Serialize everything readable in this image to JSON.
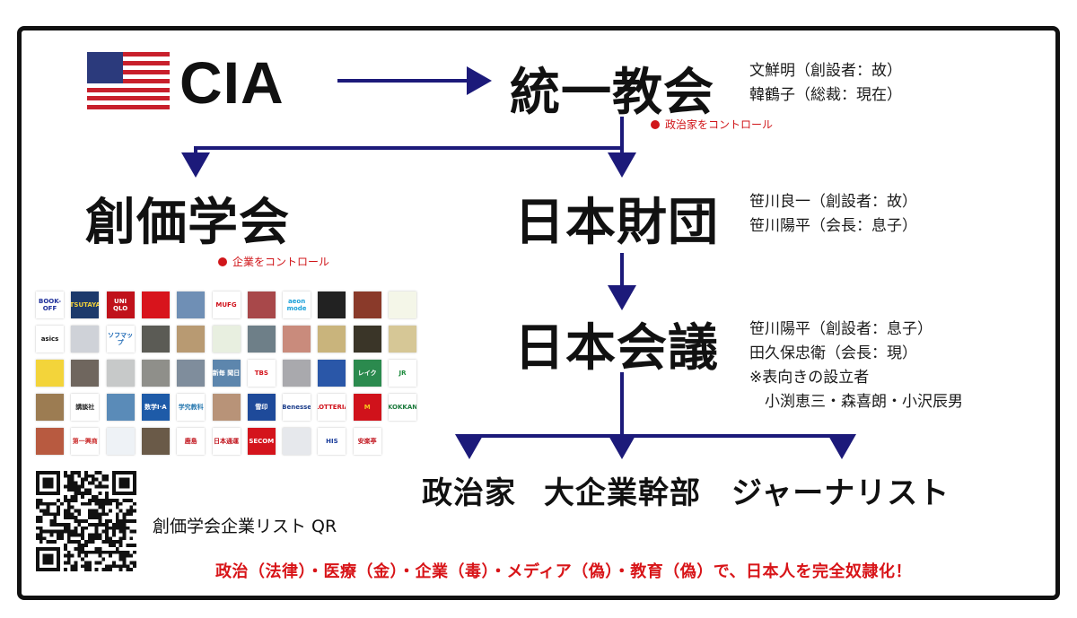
{
  "nodes": {
    "cia": "CIA",
    "unification_church": "統一教会",
    "soka_gakkai": "創価学会",
    "nippon_foundation": "日本財団",
    "nippon_kaigi": "日本会議"
  },
  "notes": {
    "unification_church": [
      "文鮮明（創設者：故）",
      "韓鶴子（総裁：現在）"
    ],
    "unification_church_control": "政治家をコントロール",
    "nippon_foundation": [
      "笹川良一（創設者：故）",
      "笹川陽平（会長：息子）"
    ],
    "soka_gakkai_control": "企業をコントロール",
    "nippon_kaigi": [
      "笹川陽平（創設者：息子）",
      "田久保忠衛（会長：現）",
      "※表向きの設立者",
      "　小渕恵三・森喜朗・小沢辰男"
    ]
  },
  "targets": [
    "政治家",
    "大企業幹部",
    "ジャーナリスト"
  ],
  "qr_caption": "創価学会企業リスト QR",
  "slogan": "政治（法律）・医療（金）・企業（毒）・メディア（偽）・教育（偽）で、日本人を完全奴隷化！",
  "colors": {
    "arrow": "#1c1a7a",
    "red": "#d0161a",
    "border": "#111111"
  },
  "logos": [
    {
      "label": "BOOK-OFF",
      "bg": "#ffffff",
      "fg": "#1d2e9a"
    },
    {
      "label": "TSUTAYA",
      "bg": "#1d3a6b",
      "fg": "#f2d23a"
    },
    {
      "label": "UNI QLO",
      "bg": "#c0121b",
      "fg": "#ffffff"
    },
    {
      "label": "",
      "bg": "#d8141c",
      "fg": "#000"
    },
    {
      "label": "",
      "bg": "#6f8fb5",
      "fg": "#fff"
    },
    {
      "label": "MUFG",
      "bg": "#ffffff",
      "fg": "#d0121b"
    },
    {
      "label": "",
      "bg": "#a8484a",
      "fg": "#fff"
    },
    {
      "label": "aeon mode",
      "bg": "#ffffff",
      "fg": "#1aa0d8"
    },
    {
      "label": "",
      "bg": "#222222",
      "fg": "#fff"
    },
    {
      "label": "",
      "bg": "#8a3a2a",
      "fg": "#fff"
    },
    {
      "label": "",
      "bg": "#f4f6e8",
      "fg": "#5c9b2a"
    },
    {
      "label": "asics",
      "bg": "#ffffff",
      "fg": "#111"
    },
    {
      "label": "",
      "bg": "#cfd2d8",
      "fg": "#333"
    },
    {
      "label": "ソフマップ",
      "bg": "#ffffff",
      "fg": "#1b67b4"
    },
    {
      "label": "",
      "bg": "#5b5b55",
      "fg": "#fff"
    },
    {
      "label": "",
      "bg": "#b89a72",
      "fg": "#333"
    },
    {
      "label": "",
      "bg": "#e8efe0",
      "fg": "#333"
    },
    {
      "label": "",
      "bg": "#6e7f88",
      "fg": "#fff"
    },
    {
      "label": "",
      "bg": "#c98b7c",
      "fg": "#fff"
    },
    {
      "label": "",
      "bg": "#c9b47c",
      "fg": "#333"
    },
    {
      "label": "",
      "bg": "#3a3528",
      "fg": "#e0b840"
    },
    {
      "label": "",
      "bg": "#d6c796",
      "fg": "#333"
    },
    {
      "label": "",
      "bg": "#f3d43a",
      "fg": "#333"
    },
    {
      "label": "",
      "bg": "#6f665e",
      "fg": "#fff"
    },
    {
      "label": "",
      "bg": "#c7c9c9",
      "fg": "#c33"
    },
    {
      "label": "",
      "bg": "#8f8f8a",
      "fg": "#fff"
    },
    {
      "label": "",
      "bg": "#7f8d9c",
      "fg": "#fff"
    },
    {
      "label": "新毎 聞日",
      "bg": "#5d86ad",
      "fg": "#ffffff"
    },
    {
      "label": "TBS",
      "bg": "#ffffff",
      "fg": "#d4141c"
    },
    {
      "label": "",
      "bg": "#a9a9ad",
      "fg": "#c33"
    },
    {
      "label": "",
      "bg": "#2a57a8",
      "fg": "#fff"
    },
    {
      "label": "レイク",
      "bg": "#2b8a4e",
      "fg": "#ffffff"
    },
    {
      "label": "JR",
      "bg": "#ffffff",
      "fg": "#1c8a3c"
    },
    {
      "label": "",
      "bg": "#9c7c52",
      "fg": "#fff"
    },
    {
      "label": "講談社",
      "bg": "#ffffff",
      "fg": "#222"
    },
    {
      "label": "",
      "bg": "#5a8bb8",
      "fg": "#fff"
    },
    {
      "label": "数学I·A",
      "bg": "#1e5ba8",
      "fg": "#ffffff"
    },
    {
      "label": "学究教科",
      "bg": "#ffffff",
      "fg": "#2a7ab0"
    },
    {
      "label": "",
      "bg": "#b89378",
      "fg": "#fff"
    },
    {
      "label": "雪印",
      "bg": "#1e4a9a",
      "fg": "#ffffff"
    },
    {
      "label": "Benesse",
      "bg": "#ffffff",
      "fg": "#1a3c8a"
    },
    {
      "label": "LOTTERIA",
      "bg": "#ffffff",
      "fg": "#d0121b"
    },
    {
      "label": "M",
      "bg": "#d0121b",
      "fg": "#f7c81e"
    },
    {
      "label": "KOKKAN",
      "bg": "#ffffff",
      "fg": "#1c7a3c"
    },
    {
      "label": "",
      "bg": "#b85a40",
      "fg": "#fff"
    },
    {
      "label": "第一興商",
      "bg": "#ffffff",
      "fg": "#c33"
    },
    {
      "label": "",
      "bg": "#eef2f6",
      "fg": "#333"
    },
    {
      "label": "",
      "bg": "#6a5a48",
      "fg": "#fff"
    },
    {
      "label": "鹿島",
      "bg": "#ffffff",
      "fg": "#c0121b"
    },
    {
      "label": "日本通運",
      "bg": "#ffffff",
      "fg": "#c0121b"
    },
    {
      "label": "SECOM",
      "bg": "#d4141c",
      "fg": "#ffffff"
    },
    {
      "label": "",
      "bg": "#e6e8ec",
      "fg": "#333"
    },
    {
      "label": "HIS",
      "bg": "#ffffff",
      "fg": "#1a3c9a"
    },
    {
      "label": "安楽亭",
      "bg": "#ffffff",
      "fg": "#c0121b"
    }
  ]
}
